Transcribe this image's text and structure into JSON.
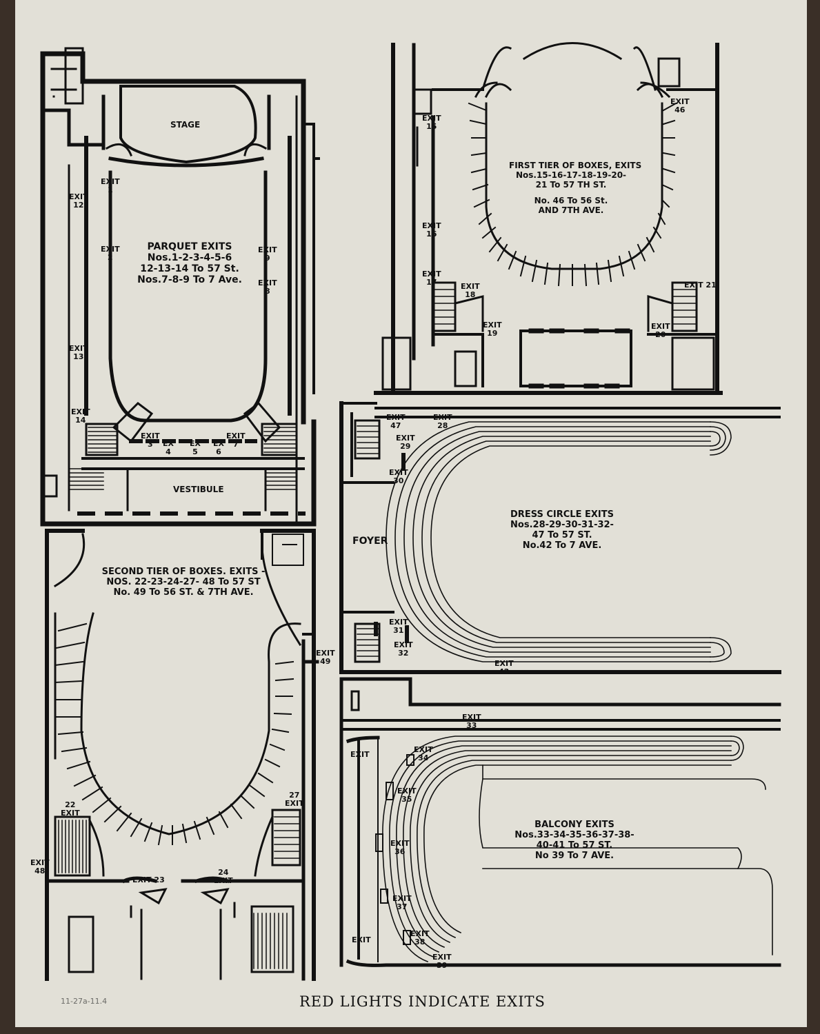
{
  "caption": "RED LIGHTS INDICATE EXITS",
  "pencil_note": "11-27a-11.4",
  "parquet": {
    "stage_label": "STAGE",
    "vestibule_label": "VESTIBULE",
    "title": [
      "PARQUET EXITS",
      "Nos.1-2-3-4-5-6",
      "12-13-14 To 57 St.",
      "Nos.7-8-9 To 7 Ave."
    ],
    "exits": [
      "EXIT\n1",
      "EXIT\n2",
      "EXIT\n12",
      "EXIT\n13",
      "EXIT\n14",
      "EXIT\n9",
      "EXIT\n8",
      "EXIT\n3",
      "EX\n4",
      "EX\n5",
      "EX\n6",
      "EXIT\n7"
    ]
  },
  "first_tier": {
    "title": [
      "FIRST TIER OF BOXES, EXITS",
      "Nos.15-16-17-18-19-20-",
      "21 To 57 TH ST.",
      "No. 46 To 56 St.",
      "AND 7TH AVE."
    ],
    "exits": [
      "EXIT\n15",
      "EXIT\n16",
      "EXIT\n17",
      "EXIT\n18",
      "EXIT\n19",
      "EXIT\n46",
      "EXIT 21",
      "EXIT\n20"
    ]
  },
  "dress_circle": {
    "foyer_label": "FOYER",
    "title": [
      "DRESS CIRCLE EXITS",
      "Nos.28-29-30-31-32-",
      "47 To 57 ST.",
      "No.42 To 7 AVE."
    ],
    "exits": [
      "EXIT\n47",
      "EXIT\n28",
      "EXIT\n29",
      "EXIT\n30",
      "EXIT\n31",
      "EXIT\n32",
      "EXIT\n42"
    ]
  },
  "second_tier": {
    "title": [
      "SECOND TIER OF BOXES. EXITS -",
      "NOS. 22-23-24-27- 48 To 57 ST",
      "No. 49 To 56 ST. & 7TH AVE."
    ],
    "exits": [
      "EXIT\n49",
      "22\nEXIT",
      "27\nEXIT",
      "EXIT\n48",
      "EXIT 23",
      "24\nEXIT"
    ]
  },
  "balcony": {
    "title": [
      "BALCONY EXITS",
      "Nos.33-34-35-36-37-38-",
      "40-41 To 57 ST.",
      "No 39 To 7 AVE."
    ],
    "exits": [
      "EXIT\n33",
      "EXIT\n34",
      "EXIT\n35",
      "EXIT\n36",
      "EXIT\n37",
      "EXIT\n38",
      "EXIT\n39",
      "EXIT",
      "EXIT"
    ]
  }
}
